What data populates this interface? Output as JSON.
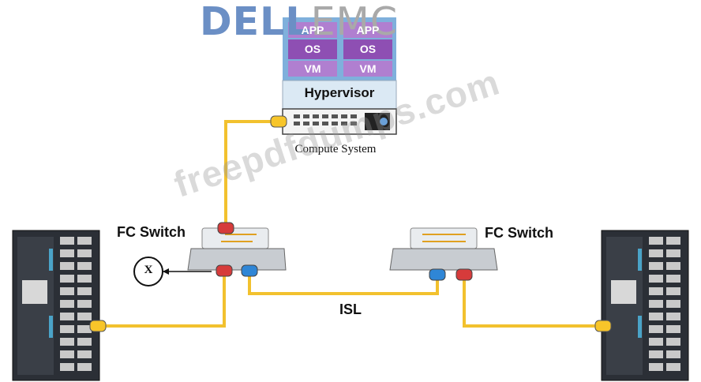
{
  "logo": {
    "dell": "DELL",
    "emc": "EMC"
  },
  "compute_system": {
    "vm_stack_left": {
      "app": "APP",
      "os": "OS",
      "vm": "VM"
    },
    "vm_stack_right": {
      "app": "APP",
      "os": "OS",
      "vm": "VM"
    },
    "hypervisor_label": "Hypervisor",
    "label": "Compute System"
  },
  "switch_left": {
    "label": "FC Switch"
  },
  "switch_right": {
    "label": "FC Switch"
  },
  "isl_label": "ISL",
  "failure_marker": "X",
  "watermark": "freepdfdumps.com",
  "colors": {
    "cable": "#f2c12e",
    "port_red": "#d63b3b",
    "port_blue": "#2f86d6",
    "port_yellow": "#f7c52a",
    "vm_purple": "#8e4fb3",
    "hypervisor_bg": "#dbe9f4",
    "dell_blue": "#6b8fc5"
  }
}
